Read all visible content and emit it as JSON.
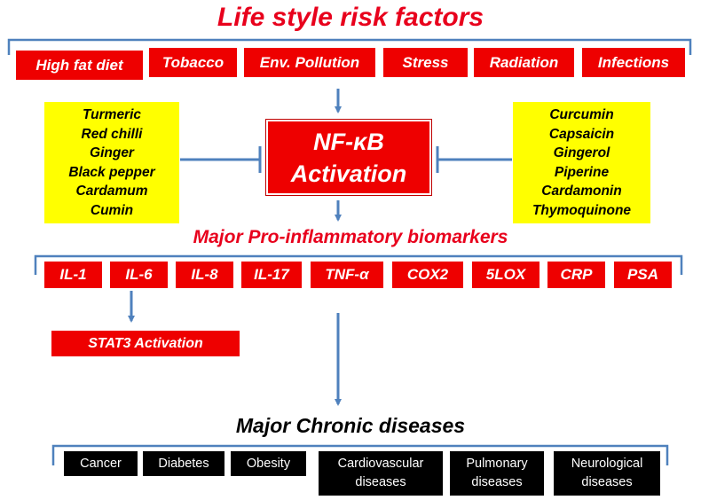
{
  "title": "Life style risk factors",
  "risk_factors": [
    "High fat diet",
    "Tobacco",
    "Env. Pollution",
    "Stress",
    "Radiation",
    "Infections"
  ],
  "spices": [
    "Turmeric",
    "Red chilli",
    "Ginger",
    "Black pepper",
    "Cardamum",
    "Cumin"
  ],
  "compounds": [
    "Curcumin",
    "Capsaicin",
    "Gingerol",
    "Piperine",
    "Cardamonin",
    "Thymoquinone"
  ],
  "nfkb": {
    "line1": "NF-κB",
    "line2": "Activation"
  },
  "biomarkers_title": "Major Pro-inflammatory biomarkers",
  "biomarkers": [
    "IL-1",
    "IL-6",
    "IL-8",
    "IL-17",
    "TNF-α",
    "COX2",
    "5LOX",
    "CRP",
    "PSA"
  ],
  "stat3": "STAT3 Activation",
  "diseases_title": "Major Chronic diseases",
  "diseases": [
    [
      "Cancer"
    ],
    [
      "Diabetes"
    ],
    [
      "Obesity"
    ],
    [
      "Cardiovascular",
      "diseases"
    ],
    [
      "Pulmonary",
      "diseases"
    ],
    [
      "Neurological",
      "diseases"
    ]
  ],
  "colors": {
    "red": "#ee0000",
    "title_red": "#e8001c",
    "yellow": "#ffff00",
    "black": "#000000",
    "connector_blue": "#4f81bd"
  }
}
